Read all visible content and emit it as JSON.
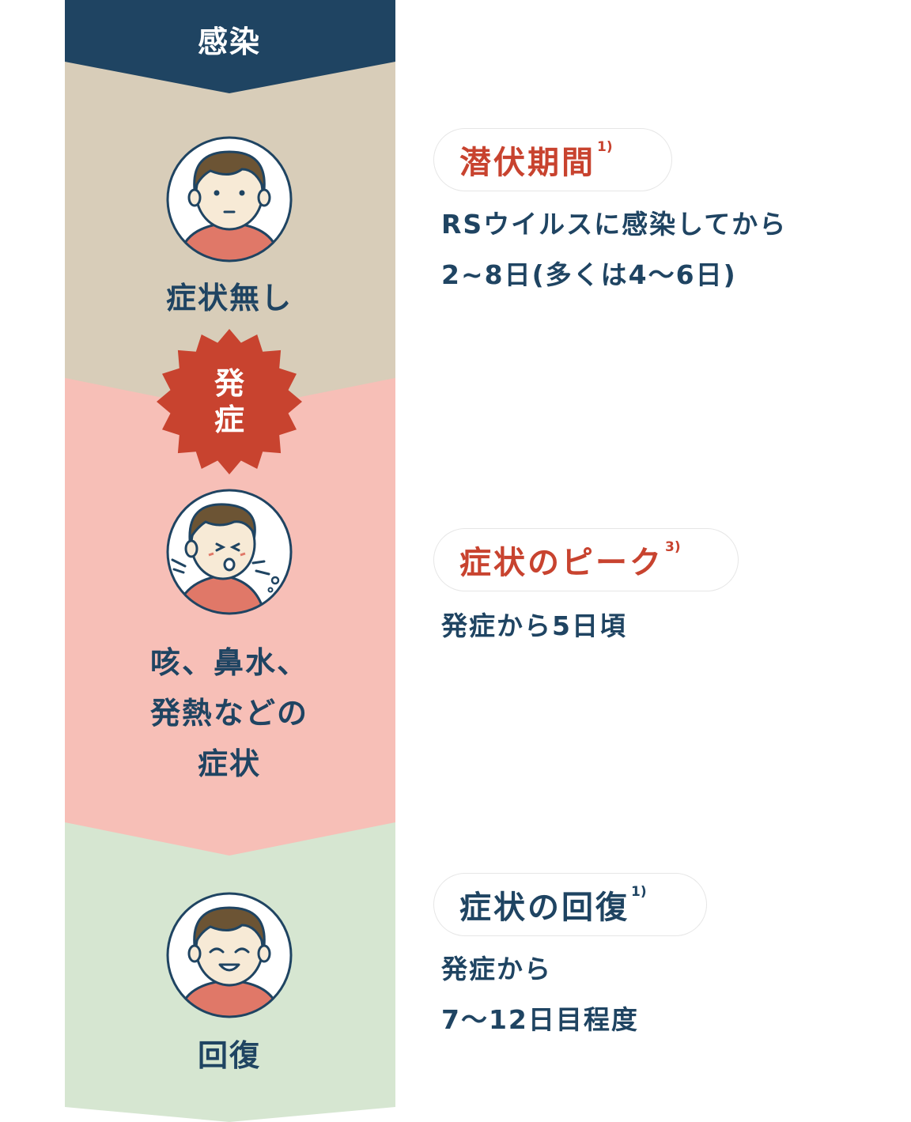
{
  "colors": {
    "navy": "#1f4462",
    "beige": "#d8cdb9",
    "pink": "#f7bfb7",
    "green": "#d6e6d1",
    "red": "#c8432f",
    "skin": "#f7ead6",
    "hair": "#6c5434",
    "shirt": "#e07868"
  },
  "stages": {
    "infection_label": "感染",
    "no_symptom_label": "症状無し",
    "onset_line1": "発",
    "onset_line2": "症",
    "symptoms_line1": "咳、鼻水、",
    "symptoms_line2": "発熱などの",
    "symptoms_line3": "症状",
    "recovery_label": "回復"
  },
  "notes": [
    {
      "title": "潜伏期間",
      "ref": "1)",
      "title_color": "#c8432f",
      "lines": [
        "RSウイルスに感染してから",
        "2~8日(多くは4〜6日)"
      ]
    },
    {
      "title": "症状のピーク",
      "ref": "3)",
      "title_color": "#c8432f",
      "lines": [
        "発症から5日頃"
      ]
    },
    {
      "title": "症状の回復",
      "ref": "1)",
      "title_color": "#1f4462",
      "lines": [
        "発症から",
        "7〜12日目程度"
      ]
    }
  ]
}
